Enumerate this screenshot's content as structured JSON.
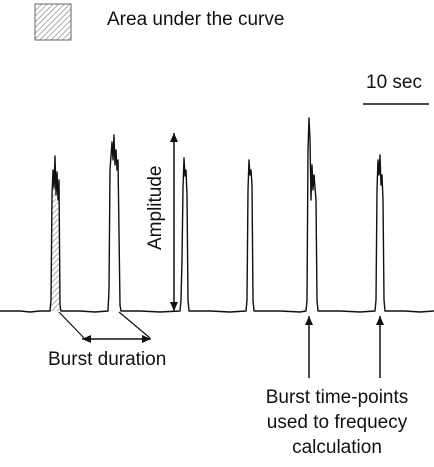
{
  "legend": {
    "label": "Area under the curve",
    "swatch_icon": "hatched-square-icon"
  },
  "scale_bar": {
    "label": "10 sec"
  },
  "annotations": {
    "amplitude": "Amplitude",
    "burst_duration": "Burst duration",
    "time_points": [
      "Burst time-points",
      "used to frequecy",
      "calculation"
    ]
  },
  "colors": {
    "trace": "#111111",
    "hatch": "#777777",
    "background": "#ffffff"
  }
}
